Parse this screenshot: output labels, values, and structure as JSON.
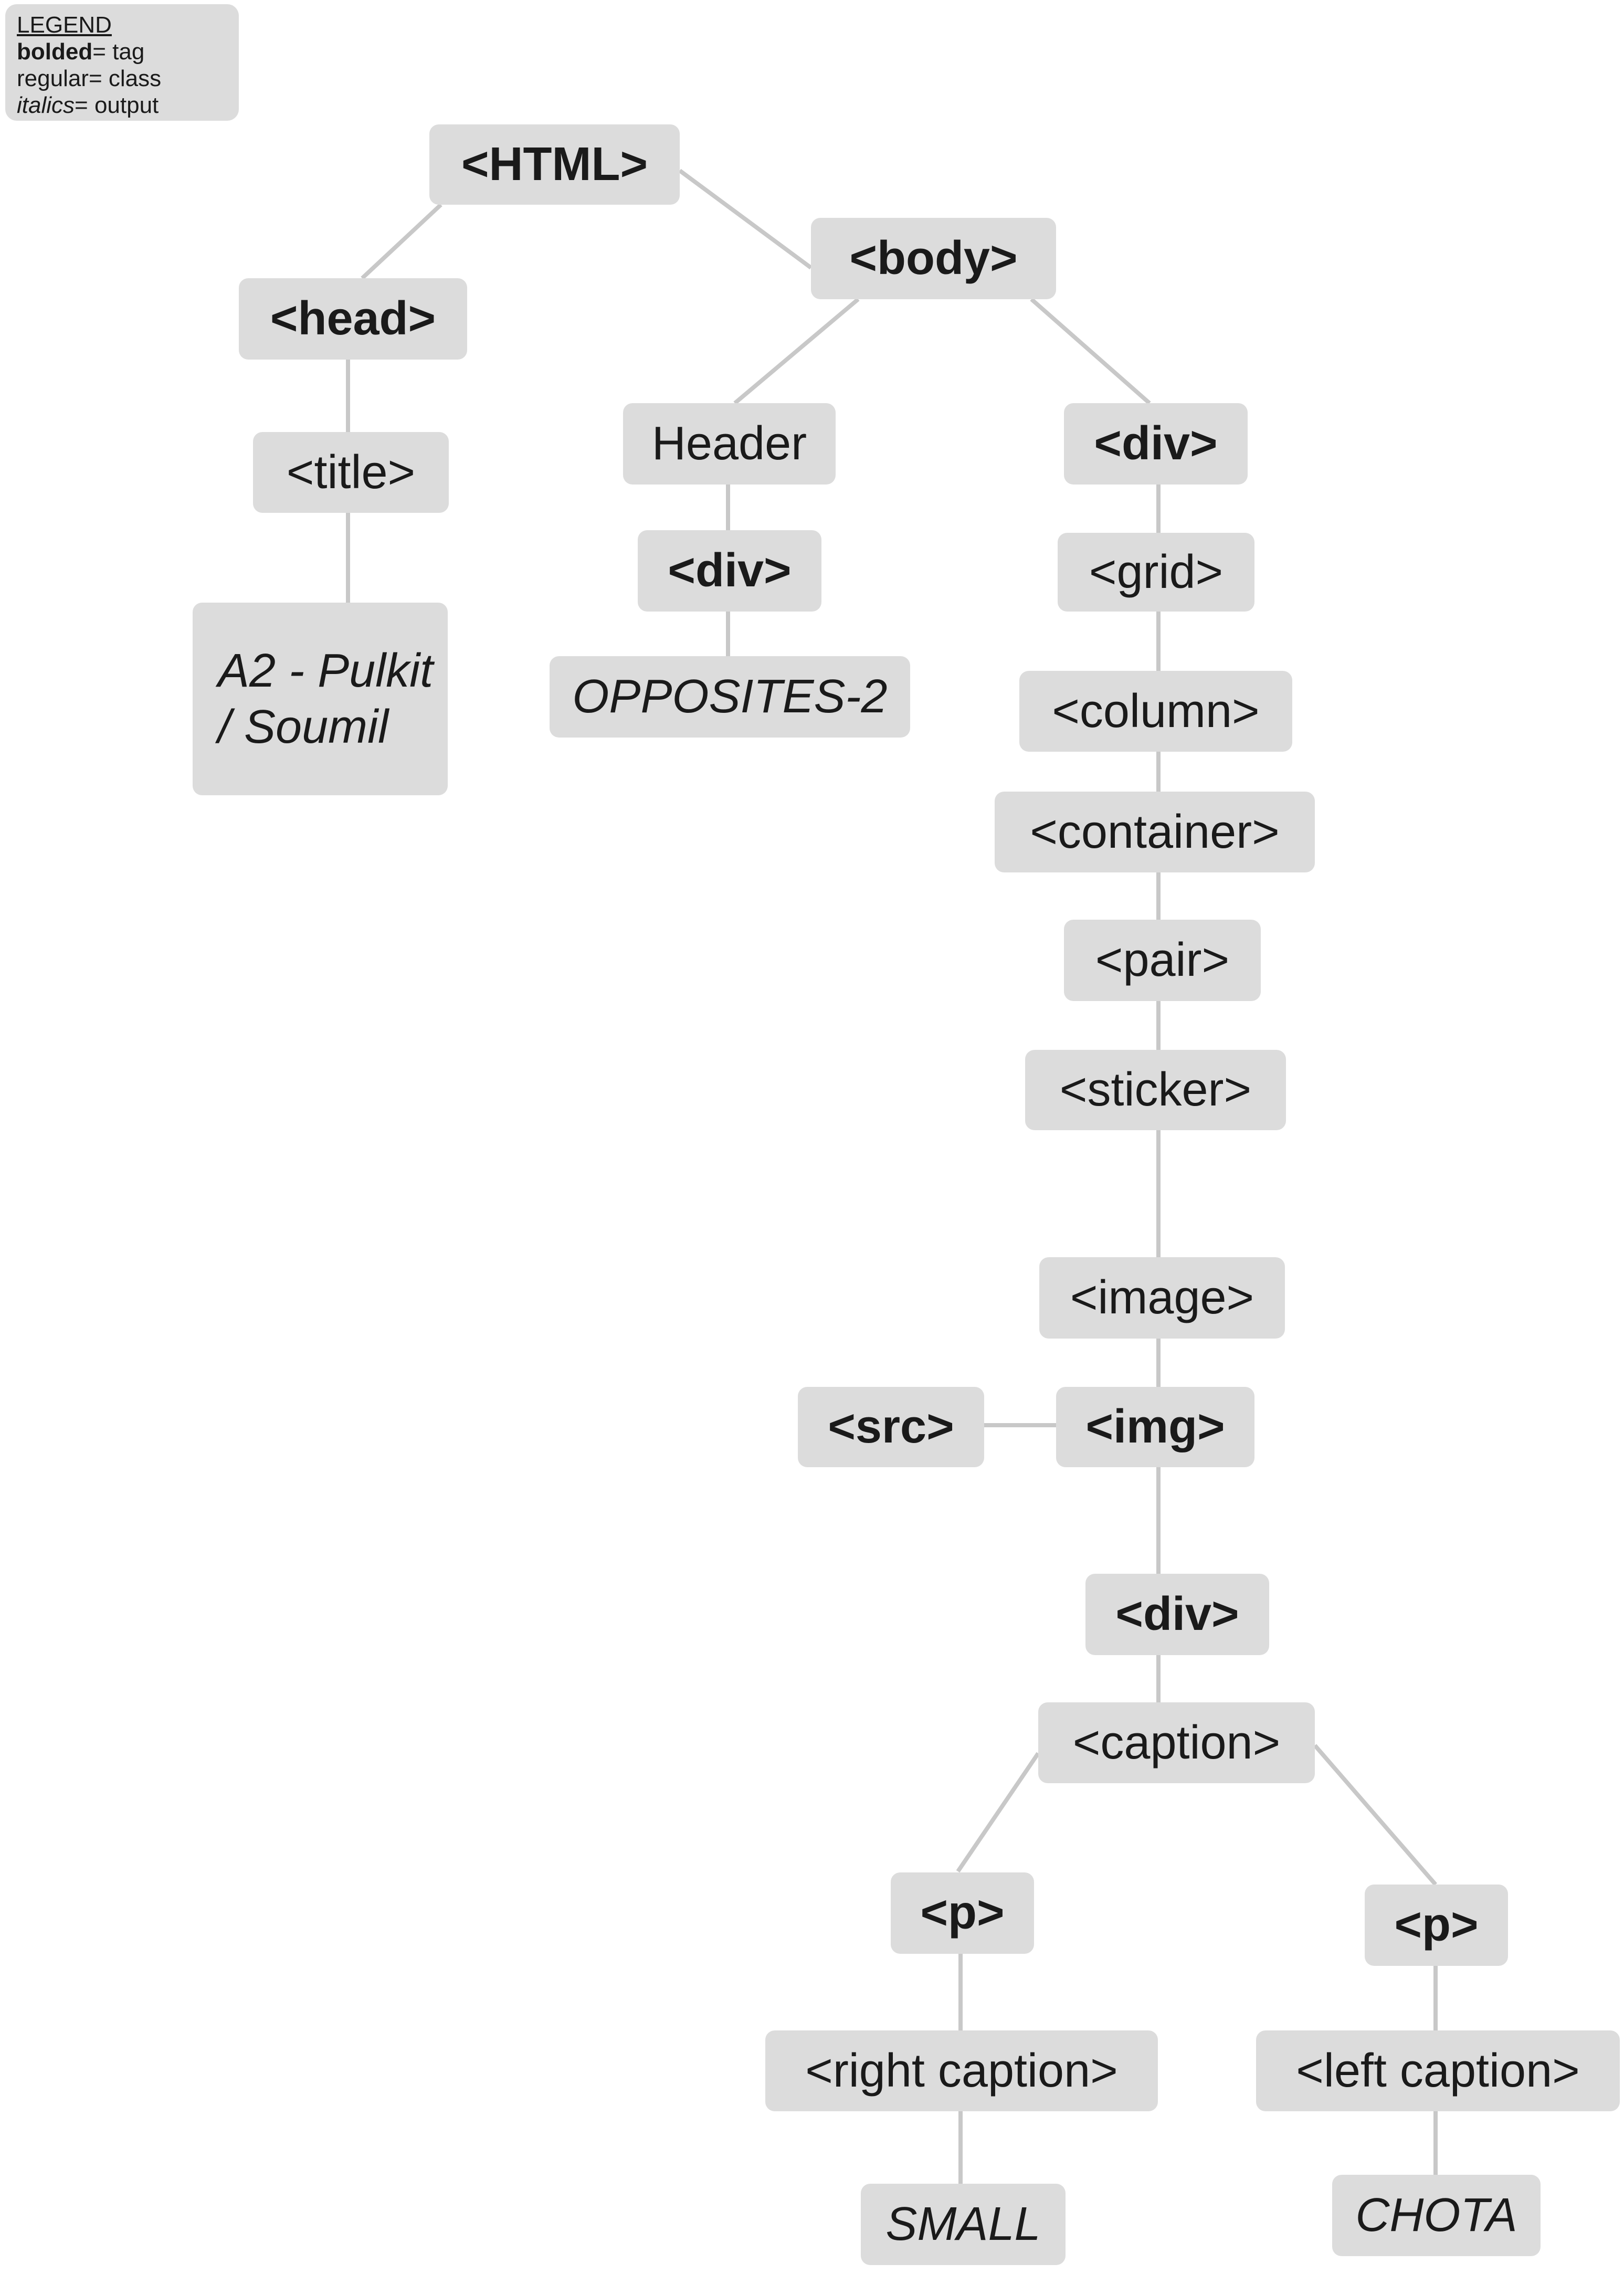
{
  "legend": {
    "title": "LEGEND",
    "bold_word": "bolded",
    "bold_meaning": "= tag",
    "regular_word": "regular",
    "regular_meaning": "= class",
    "italic_word": "italics",
    "italic_meaning": "= output"
  },
  "nodes": {
    "html": "<HTML>",
    "head": "<head>",
    "title": "<title>",
    "title_text": "A2 - Pulkit / Soumil",
    "body": "<body>",
    "header": "Header",
    "header_div": "<div>",
    "header_text": "OPPOSITES-2",
    "main_div": "<div>",
    "grid": "<grid>",
    "column": "<column>",
    "container": "<container>",
    "pair": "<pair>",
    "sticker": "<sticker>",
    "image": "<image>",
    "img": "<img>",
    "src": "<src>",
    "caption_div": "<div>",
    "caption": "<caption>",
    "p_left": "<p>",
    "p_right": "<p>",
    "right_caption": "<right caption>",
    "left_caption": "<left caption>",
    "small": "SMALL",
    "chota": "CHOTA"
  },
  "colors": {
    "node_fill": "#dcdcdc",
    "edge": "#c8c8c8",
    "text": "#1a1a1a"
  }
}
